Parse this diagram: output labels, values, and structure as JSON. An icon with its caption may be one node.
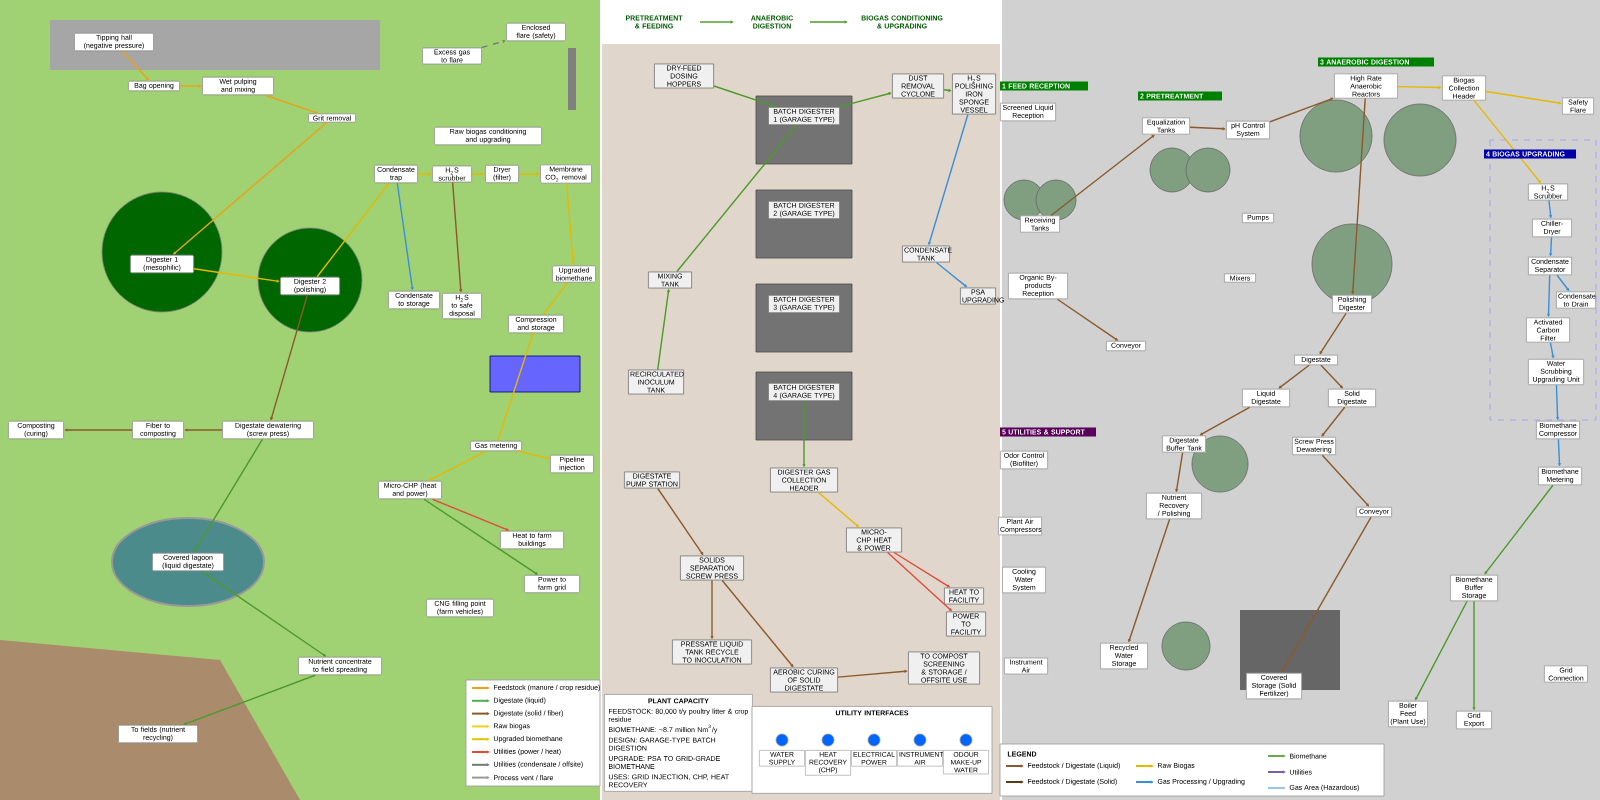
{
  "diagram": {
    "nodes": [
      {
        "text": [
          "Tipping hall (negative pressure)"
        ]
      },
      {
        "text": [
          "Bag opening"
        ]
      },
      {
        "text": [
          "Wet pulping and mixing"
        ]
      },
      {
        "text": [
          "Grit removal"
        ]
      },
      {
        "text": [
          "Excess gas to flare"
        ]
      },
      {
        "text": [
          "Enclosed flare (safety)"
        ]
      },
      {
        "text": [
          "Raw biogas conditioning and upgrading"
        ]
      },
      {
        "text": [
          "Condensate trap"
        ]
      },
      {
        "text": [
          "H$_{2}$S scrubber"
        ]
      },
      {
        "text": [
          "Dryer (filter)"
        ]
      },
      {
        "text": [
          "Membrane CO$_{2}$ removal"
        ]
      },
      {
        "text": [
          "Digester 1 (mesophilic)"
        ]
      },
      {
        "text": [
          "Digester 2 (polishing)"
        ]
      },
      {
        "text": [
          "Condensate to storage"
        ]
      },
      {
        "text": [
          "H$_{2}$S to safe disposal"
        ]
      },
      {
        "text": [
          "Upgraded biomethane"
        ]
      },
      {
        "text": [
          "Compression and storage"
        ]
      },
      {
        "text": [
          "Composting (curing)"
        ]
      },
      {
        "text": [
          "Fiber to composting"
        ]
      },
      {
        "text": [
          "Digestate dewatering (screw press)"
        ]
      },
      {
        "text": [
          "Gas metering"
        ]
      },
      {
        "text": [
          "Pipeline injection"
        ]
      },
      {
        "text": [
          "Micro-CHP (heat and power)"
        ]
      },
      {
        "text": [
          "Heat to farm buildings"
        ]
      },
      {
        "text": [
          "Power to farm grid"
        ]
      },
      {
        "text": [
          "Covered lagoon (liquid digestate)"
        ]
      },
      {
        "text": [
          "CNG filling point (farm vehicles)"
        ]
      },
      {
        "text": [
          "Nutrient concentrate to field spreading"
        ]
      },
      {
        "text": [
          "To fields (nutrient recycling)"
        ]
      },
      {
        "text": [
          "PRETREATMENT & FEEDING"
        ]
      },
      {
        "text": [
          "ANAEROBIC DIGESTION"
        ]
      },
      {
        "text": [
          "BIOGAS CONDITIONING & UPGRADING"
        ]
      },
      {
        "text": [
          "DRY-FEED DOSING HOPPERS"
        ]
      },
      {
        "text": [
          "BATCH DIGESTER 1 (GARAGE TYPE)"
        ]
      },
      {
        "text": [
          "BATCH DIGESTER 2 (GARAGE TYPE)"
        ]
      },
      {
        "text": [
          "BATCH DIGESTER 3 (GARAGE TYPE)"
        ]
      },
      {
        "text": [
          "BATCH DIGESTER 4 (GARAGE TYPE)"
        ]
      },
      {
        "text": [
          "DUST REMOVAL CYCLONE"
        ]
      },
      {
        "text": [
          "H$_{2}$S POLISHING IRON SPONGE VESSEL"
        ]
      },
      {
        "text": [
          "MIXING TANK"
        ]
      },
      {
        "text": [
          "RECIRCULATED INOCULUM TANK"
        ]
      },
      {
        "text": [
          "CONDENSATE TANK"
        ]
      },
      {
        "text": [
          "PSA UPGRADING"
        ]
      },
      {
        "text": [
          "DIGESTATE PUMP STATION"
        ]
      },
      {
        "text": [
          "DIGESTER GAS COLLECTION HEADER"
        ]
      },
      {
        "text": [
          "SOLIDS SEPARATION SCREW PRESS"
        ]
      },
      {
        "text": [
          "MICRO-CHP HEAT & POWER"
        ]
      },
      {
        "text": [
          "HEAT TO FACILITY"
        ]
      },
      {
        "text": [
          "POWER TO FACILITY"
        ]
      },
      {
        "text": [
          "PRESSATE LIQUID TANK RECYCLE TO INOCULATION"
        ]
      },
      {
        "text": [
          "AEROBIC CURING OF SOLID DIGESTATE"
        ]
      },
      {
        "text": [
          "TO COMPOST SCREENING & STORAGE / OFFSITE USE"
        ]
      },
      {
        "text": [
          "PLANT CAPACITY",
          "FEEDSTOCK: 80,000 t/y poultry litter & crop residue",
          "BIOMETHANE: ~8.7 million Nm$^{3}$/y",
          "DESIGN: GARAGE-TYPE BATCH DIGESTION",
          "UPGRADE: PSA TO GRID-GRADE BIOMETHANE",
          "USES: GRID INJECTION, CHP, HEAT RECOVERY"
        ]
      },
      {
        "text": [
          "UTILITY INTERFACES"
        ]
      },
      {
        "text": [
          "WATER SUPPLY"
        ],
        "in": 53
      },
      {
        "text": [
          "HEAT RECOVERY (CHP)"
        ],
        "in": 53
      },
      {
        "text": [
          "ELECTRICAL POWER"
        ],
        "in": 53
      },
      {
        "text": [
          "INSTRUMENT AIR"
        ],
        "in": 53
      },
      {
        "text": [
          "ODOUR MAKE-UP WATER"
        ],
        "in": 53
      },
      {
        "text": [
          "Screened Liquid Reception"
        ]
      },
      {
        "text": [
          "Receiving Tanks"
        ]
      },
      {
        "text": [
          "Organic By-products Reception"
        ]
      },
      {
        "text": [
          "Conveyor"
        ]
      },
      {
        "text": [
          "Equalization Tanks"
        ]
      },
      {
        "text": [
          "pH Control System"
        ]
      },
      {
        "text": [
          "Pumps"
        ]
      },
      {
        "text": [
          "Mixers"
        ]
      },
      {
        "text": [
          "High Rate Anaerobic Reactors"
        ]
      },
      {
        "text": [
          "Biogas Collection Header"
        ]
      },
      {
        "text": [
          "Safety Flare"
        ]
      },
      {
        "text": [
          "Polishing Digester"
        ]
      },
      {
        "text": [
          "Digestate"
        ]
      },
      {
        "text": [
          "Liquid Digestate"
        ]
      },
      {
        "text": [
          "Solid Digestate"
        ]
      },
      {
        "text": [
          "H$_{2}$S Scrubber"
        ]
      },
      {
        "text": [
          "Chiller-Dryer"
        ]
      },
      {
        "text": [
          "Condensate Separator"
        ]
      },
      {
        "text": [
          "Condensate to Drain"
        ]
      },
      {
        "text": [
          "Activated Carbon Filter"
        ]
      },
      {
        "text": [
          "Water Scrubbing Upgrading Unit"
        ]
      },
      {
        "text": [
          "Odor Control (Biofilter)"
        ]
      },
      {
        "text": [
          "Plant Air Compressors"
        ]
      },
      {
        "text": [
          "Cooling Water System"
        ]
      },
      {
        "text": [
          "Instrument Air"
        ]
      },
      {
        "text": [
          "Digestate Buffer Tank"
        ]
      },
      {
        "text": [
          "Screw Press Dewatering"
        ]
      },
      {
        "text": [
          "Nutrient Recovery / Polishing"
        ]
      },
      {
        "text": [
          "Conveyor"
        ]
      },
      {
        "text": [
          "Recycled Water Storage"
        ]
      },
      {
        "text": [
          "Covered Storage (Solid Fertilizer)"
        ]
      },
      {
        "text": [
          "Biomethane Compressor"
        ]
      },
      {
        "text": [
          "Biomethane Metering"
        ]
      },
      {
        "text": [
          "Biomethane Buffer Storage"
        ]
      },
      {
        "text": [
          "Boiler Feed (Plant Use)"
        ]
      },
      {
        "text": [
          "Grid Export"
        ]
      },
      {
        "text": [
          "Grid Connection"
        ]
      }
    ],
    "edges": [
      {
        "from": 0,
        "to": 1,
        "arrow": "to",
        "color": "#e8a317"
      },
      {
        "from": 1,
        "to": 2,
        "arrow": "to",
        "color": "#e8a317"
      },
      {
        "from": 2,
        "to": 3,
        "arrow": "to",
        "color": "#e8a317"
      },
      {
        "from": 3,
        "to": 11,
        "arrow": "to",
        "color": "#e8a317"
      },
      {
        "from": 11,
        "to": 12,
        "arrow": "to",
        "color": "#e6b800"
      },
      {
        "from": 12,
        "to": 7,
        "arrow": "to",
        "color": "#e6b800"
      },
      {
        "from": 7,
        "to": 8,
        "arrow": "to",
        "color": "#e6b800"
      },
      {
        "from": 8,
        "to": 9,
        "arrow": "to",
        "color": "#e6b800"
      },
      {
        "from": 9,
        "to": 10,
        "arrow": "to",
        "color": "#e6b800"
      },
      {
        "from": 10,
        "to": 15,
        "arrow": "to",
        "color": "#e6b800"
      },
      {
        "from": 15,
        "to": 16,
        "arrow": "to",
        "color": "#e6b800"
      },
      {
        "from": 16,
        "to": 20,
        "arrow": "to",
        "color": "#e6b800"
      },
      {
        "from": 20,
        "to": 21,
        "arrow": "to",
        "color": "#e6b800"
      },
      {
        "from": 20,
        "to": 22,
        "arrow": "to",
        "color": "#e6b800"
      },
      {
        "from": 7,
        "to": 13,
        "arrow": "to",
        "color": "#3a8fd9"
      },
      {
        "from": 8,
        "to": 14,
        "arrow": "to"
      },
      {
        "from": 4,
        "to": 5,
        "arrow": "to",
        "style": "dashed",
        "color": "#777777"
      },
      {
        "from": 12,
        "to": 19,
        "arrow": "to"
      },
      {
        "from": 19,
        "to": 18,
        "arrow": "to"
      },
      {
        "from": 18,
        "to": 17,
        "arrow": "to"
      },
      {
        "from": 19,
        "to": 25,
        "arrow": "to",
        "color": "#4c9a2a"
      },
      {
        "from": 25,
        "to": 27,
        "arrow": "to",
        "color": "#4c9a2a"
      },
      {
        "from": 27,
        "to": 28,
        "arrow": "to",
        "color": "#4c9a2a"
      },
      {
        "from": 22,
        "to": 23,
        "arrow": "to",
        "color": "#e04b3a"
      },
      {
        "from": 22,
        "to": 24,
        "arrow": "to",
        "color": "#4c9a2a"
      },
      {
        "from": 29,
        "to": 30,
        "arrow": "to",
        "color": "#4c9a2a"
      },
      {
        "from": 30,
        "to": 31,
        "arrow": "to",
        "color": "#4c9a2a"
      },
      {
        "from": 32,
        "to": 33,
        "arrow": "to",
        "color": "#4c9a2a"
      },
      {
        "from": 39,
        "to": 33,
        "arrow": "to",
        "color": "#4c9a2a"
      },
      {
        "from": 40,
        "to": 39,
        "arrow": "to",
        "color": "#4c9a2a"
      },
      {
        "from": 33,
        "to": 37,
        "arrow": "to",
        "color": "#4c9a2a"
      },
      {
        "from": 37,
        "to": 38,
        "arrow": "to",
        "color": "#4c9a2a"
      },
      {
        "from": 38,
        "to": 41,
        "arrow": "to",
        "color": "#3a8fd9"
      },
      {
        "from": 41,
        "to": 42,
        "arrow": "to",
        "color": "#3a8fd9"
      },
      {
        "from": 36,
        "to": 44,
        "arrow": "to",
        "color": "#4c9a2a"
      },
      {
        "from": 43,
        "to": 45,
        "arrow": "to"
      },
      {
        "from": 45,
        "to": 49,
        "arrow": "to"
      },
      {
        "from": 45,
        "to": 50,
        "arrow": "to"
      },
      {
        "from": 44,
        "to": 46,
        "arrow": "to",
        "color": "#e6b800"
      },
      {
        "from": 46,
        "to": 47,
        "arrow": "to",
        "color": "#e04b3a"
      },
      {
        "from": 46,
        "to": 48,
        "arrow": "to",
        "color": "#e04b3a"
      },
      {
        "from": 50,
        "to": 51,
        "arrow": "to"
      },
      {
        "from": 60,
        "to": 63,
        "arrow": "to"
      },
      {
        "from": 61,
        "to": 62,
        "arrow": "to"
      },
      {
        "from": 63,
        "to": 64,
        "arrow": "to"
      },
      {
        "from": 64,
        "to": 67,
        "arrow": "to"
      },
      {
        "from": 67,
        "to": 68,
        "arrow": "to",
        "color": "#e6b800"
      },
      {
        "from": 68,
        "to": 69,
        "arrow": "to",
        "color": "#e6b800"
      },
      {
        "from": 67,
        "to": 70,
        "arrow": "to"
      },
      {
        "from": 70,
        "to": 71,
        "arrow": "to"
      },
      {
        "from": 71,
        "to": 72,
        "arrow": "to"
      },
      {
        "from": 71,
        "to": 73,
        "arrow": "to"
      },
      {
        "from": 72,
        "to": 84,
        "arrow": "to"
      },
      {
        "from": 73,
        "to": 85,
        "arrow": "to"
      },
      {
        "from": 85,
        "to": 87,
        "arrow": "to"
      },
      {
        "from": 87,
        "to": 89,
        "arrow": "to"
      },
      {
        "from": 84,
        "to": 86,
        "arrow": "to"
      },
      {
        "from": 86,
        "to": 88,
        "arrow": "to"
      },
      {
        "from": 74,
        "to": 75,
        "arrow": "to",
        "color": "#3a8fd9"
      },
      {
        "from": 75,
        "to": 76,
        "arrow": "to",
        "color": "#3a8fd9"
      },
      {
        "from": 76,
        "to": 77,
        "arrow": "to",
        "color": "#3a8fd9"
      },
      {
        "from": 76,
        "to": 78,
        "arrow": "to",
        "color": "#3a8fd9"
      },
      {
        "from": 78,
        "to": 79,
        "arrow": "to",
        "color": "#3a8fd9"
      },
      {
        "from": 79,
        "to": 90,
        "arrow": "to",
        "color": "#3a8fd9"
      },
      {
        "from": 90,
        "to": 91,
        "arrow": "to",
        "color": "#3a8fd9"
      },
      {
        "from": 91,
        "to": 92,
        "arrow": "to",
        "color": "#4c9a2a"
      },
      {
        "from": 92,
        "to": 93,
        "arrow": "to",
        "color": "#4c9a2a"
      },
      {
        "from": 92,
        "to": 94,
        "arrow": "to",
        "color": "#4c9a2a"
      },
      {
        "from": 68,
        "to": 74,
        "arrow": "to",
        "color": "#e6b800"
      }
    ],
    "labels": [
      "1 FEED RECEPTION",
      "2 PRETREATMENT",
      "3 ANAEROBIC DIGESTION",
      "4 BIOGAS UPGRADING",
      "5 UTILITIES & SUPPORT",
      "LEGEND"
    ],
    "legend": [
      {
        "text": "Feedstock (manure / crop residue)",
        "color": "#e8a317"
      },
      {
        "text": "Digestate (liquid)",
        "color": "#4caf50"
      },
      {
        "text": "Digestate (solid / fiber)",
        "color": "#8b5a2b"
      },
      {
        "text": "Raw biogas",
        "color": "#f2d21b"
      },
      {
        "text": "Upgraded biomethane",
        "color": "#e6c200"
      },
      {
        "text": "Utilities (power / heat)",
        "color": "#e04b3a"
      },
      {
        "text": "Utilities (condensate / offsite)",
        "color": "#777777"
      },
      {
        "text": "Process vent / flare",
        "color": "#999999"
      },
      {
        "text": "Feedstock / Digestate (Liquid)",
        "color": "#8b5a2b"
      },
      {
        "text": "Feedstock / Digestate (Solid)",
        "color": "#5a3a1a"
      },
      {
        "text": "Raw Biogas",
        "color": "#e6b800"
      },
      {
        "text": "Gas Processing / Upgrading",
        "color": "#3a8fd9"
      },
      {
        "text": "Biomethane",
        "color": "#6aa84f"
      },
      {
        "text": "Utilities",
        "color": "#7b5ea7"
      },
      {
        "text": "Gas Area (Hazardous)",
        "color": "#9ec5e8"
      }
    ]
  }
}
